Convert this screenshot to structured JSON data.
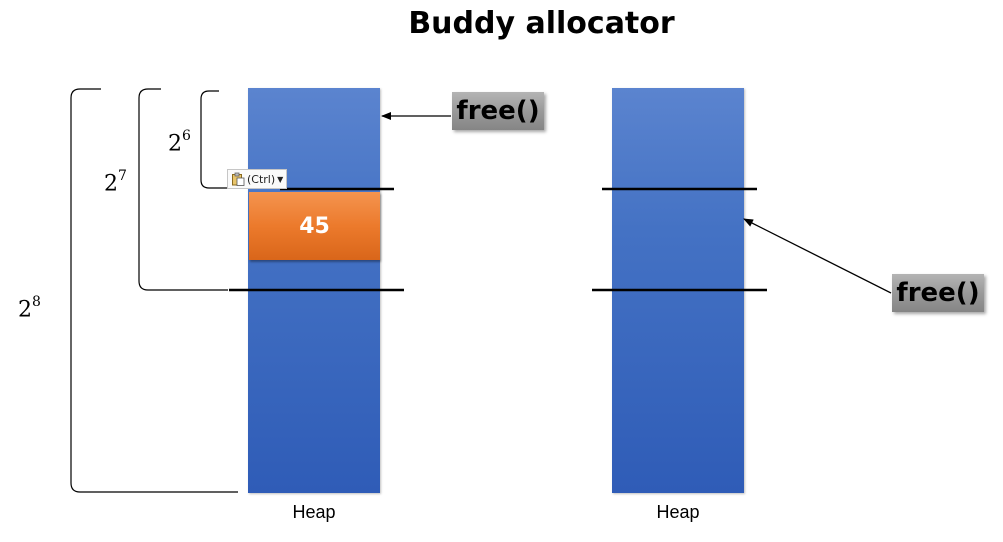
{
  "title": "Buddy allocator",
  "heaps": [
    {
      "label": "Heap"
    },
    {
      "label": "Heap"
    }
  ],
  "allocated_block": {
    "value": "45",
    "color": "#ED7D31"
  },
  "free_calls": [
    {
      "label": "free()"
    },
    {
      "label": "free()"
    }
  ],
  "sizes": [
    {
      "base": "2",
      "exponent": "6"
    },
    {
      "base": "2",
      "exponent": "7"
    },
    {
      "base": "2",
      "exponent": "8"
    }
  ],
  "paste_options": {
    "label": "(Ctrl)",
    "icon": "clipboard-icon"
  },
  "colors": {
    "heap": "#4472C4",
    "block": "#ED7D31",
    "free_box": "#A5A5A5"
  }
}
